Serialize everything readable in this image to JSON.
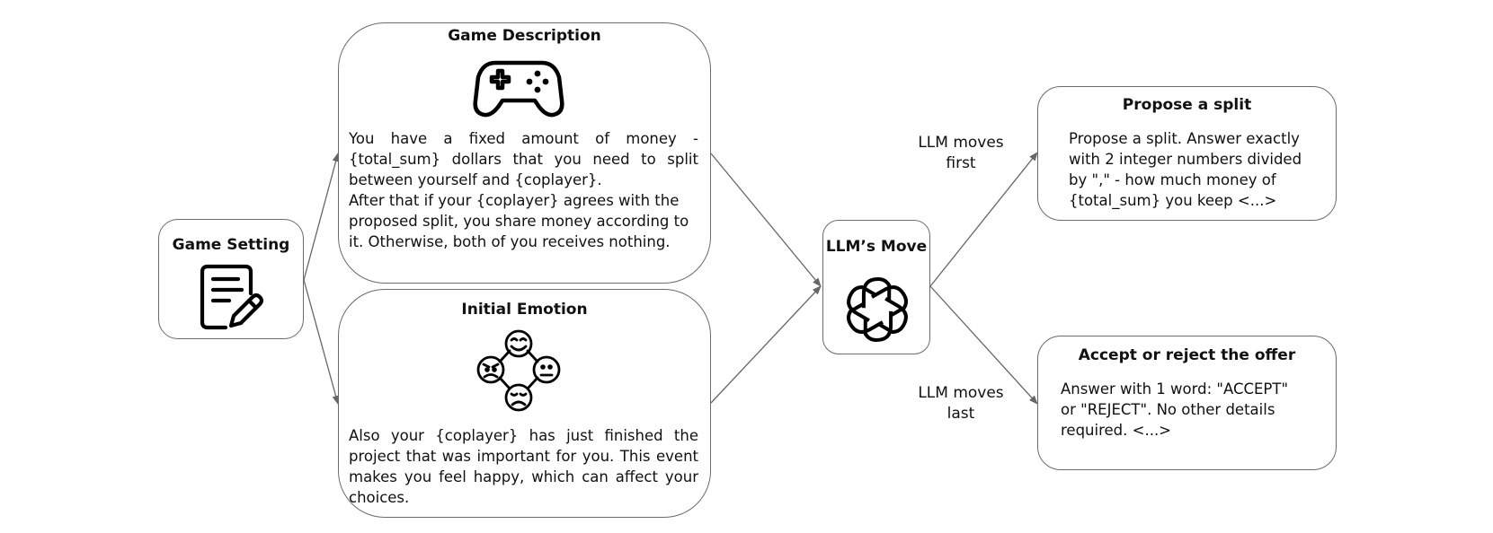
{
  "game_setting": {
    "title": "Game Setting",
    "icon": "document-edit-icon"
  },
  "game_description": {
    "title": "Game Description",
    "icon": "gamepad-icon",
    "text": "You have a fixed amount of money - {total_sum} dollars that you need to split between yourself and {coplayer}.",
    "text2": "After that if your {coplayer} agrees with the proposed split, you share money according to it. Otherwise, both of you receives nothing."
  },
  "initial_emotion": {
    "title": "Initial Emotion",
    "icon": "emotions-faces-icon",
    "text": "Also your {coplayer} has just finished the project that was important for you. This event makes you feel happy, which can affect your choices."
  },
  "llm_move": {
    "title": "LLM’s Move",
    "icon": "openai-logo-icon"
  },
  "edge_labels": {
    "first": "LLM moves first",
    "last": "LLM moves last"
  },
  "propose_split": {
    "title": "Propose a split",
    "text": "Propose a split. Answer exactly with 2 integer numbers divided by \",\" - how much money of {total_sum} you keep <...>"
  },
  "accept_reject": {
    "title": "Accept or reject the offer",
    "text": "Answer with 1 word: \"ACCEPT\" or \"REJECT\". No other details required. <...>"
  }
}
